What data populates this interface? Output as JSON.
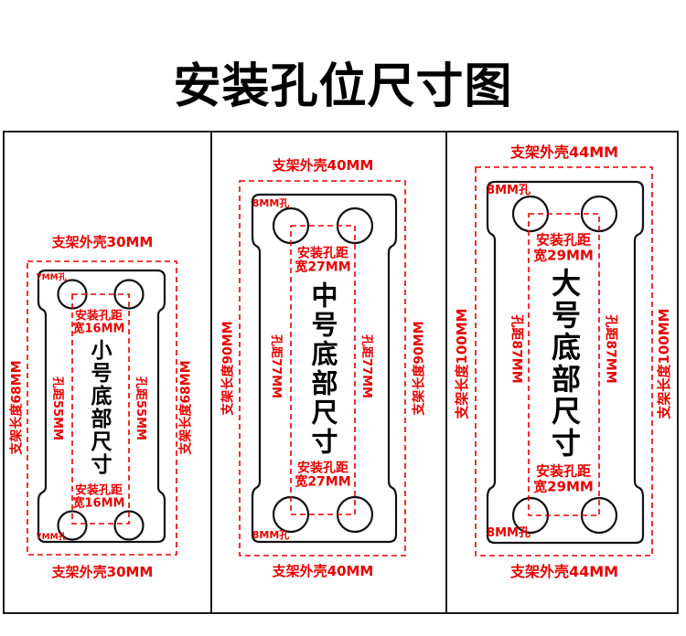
{
  "title": "安装孔位尺寸图",
  "colors": {
    "dimension_red": "#e60000",
    "line_black": "#1a1a1a",
    "background": "#ffffff"
  },
  "panels": [
    {
      "name": "small",
      "center_label": "小号底部尺寸",
      "shell_width_top": "支架外壳30MM",
      "shell_width_bottom": "支架外壳30MM",
      "shell_length_left": "支架长度68MM",
      "shell_length_right": "支架长度68MM",
      "hole_pitch_left": "孔距55MM",
      "hole_pitch_right": "孔距55MM",
      "mount_pitch_top_line1": "安装孔距",
      "mount_pitch_top_line2": "宽16MM",
      "mount_pitch_bottom_line1": "安装孔距",
      "mount_pitch_bottom_line2": "宽16MM",
      "hole_diameter_top": "7MM孔",
      "hole_diameter_bottom": "7MM孔"
    },
    {
      "name": "medium",
      "center_label": "中号底部尺寸",
      "shell_width_top": "支架外壳40MM",
      "shell_width_bottom": "支架外壳40MM",
      "shell_length_left": "支架长度90MM",
      "shell_length_right": "支架长度90MM",
      "hole_pitch_left": "孔距77MM",
      "hole_pitch_right": "孔距77MM",
      "mount_pitch_top_line1": "安装孔距",
      "mount_pitch_top_line2": "宽27MM",
      "mount_pitch_bottom_line1": "安装孔距",
      "mount_pitch_bottom_line2": "宽27MM",
      "hole_diameter_top": "8MM孔",
      "hole_diameter_bottom": "8MM孔"
    },
    {
      "name": "large",
      "center_label": "大号底部尺寸",
      "shell_width_top": "支架外壳44MM",
      "shell_width_bottom": "支架外壳44MM",
      "shell_length_left": "支架长度100MM",
      "shell_length_right": "支架长度100MM",
      "hole_pitch_left": "孔距87MM",
      "hole_pitch_right": "孔距87MM",
      "mount_pitch_top_line1": "安装孔距",
      "mount_pitch_top_line2": "宽29MM",
      "mount_pitch_bottom_line1": "安装孔距",
      "mount_pitch_bottom_line2": "宽29MM",
      "hole_diameter_top": "8MM孔",
      "hole_diameter_bottom": "8MM孔"
    }
  ]
}
